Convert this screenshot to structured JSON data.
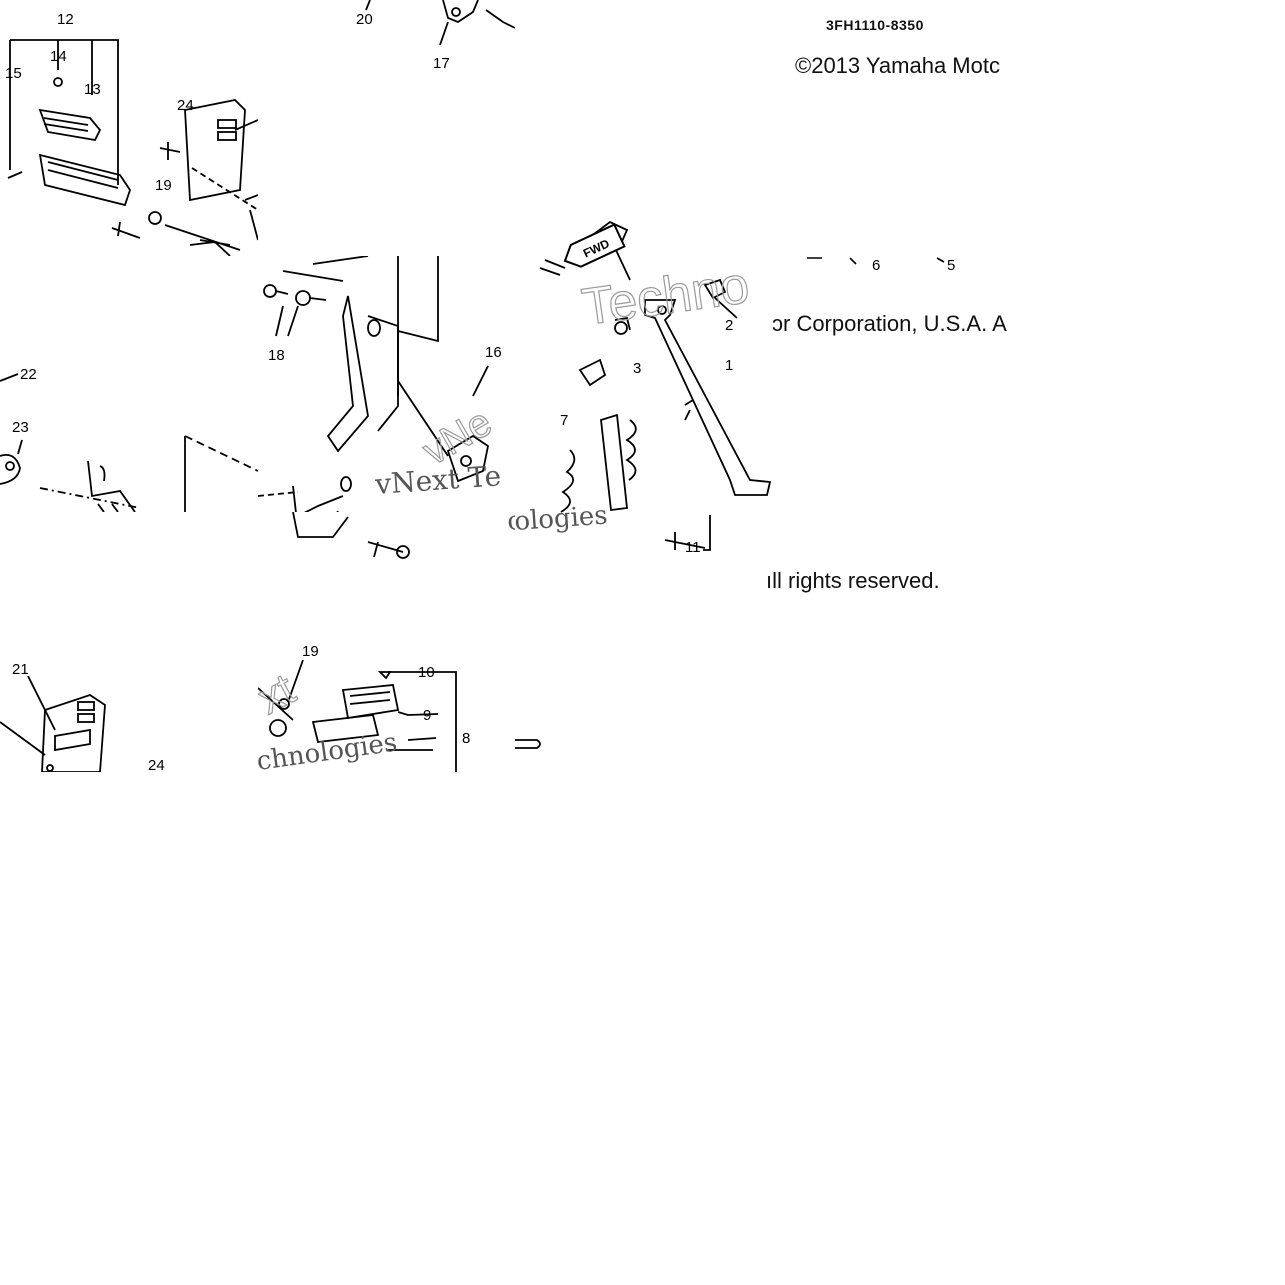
{
  "header": {
    "part_number": "3FH1110-8350"
  },
  "copyright": {
    "line1": "©2013 Yamaha Motc",
    "line2": "ɔr Corporation, U.S.A. A",
    "line3": "ıll rights reserved."
  },
  "watermark": {
    "text_a": "Techno",
    "text_b": "vNext Te",
    "text_c": "ologies",
    "text_d": "xt",
    "text_e": "chnologies",
    "text_f": "vNe"
  },
  "direction_marker": "FWD",
  "callouts": {
    "c1": "1",
    "c2": "2",
    "c3": "3",
    "c5": "5",
    "c6": "6",
    "c7": "7",
    "c8": "8",
    "c9": "9",
    "c10": "10",
    "c11": "11",
    "c12": "12",
    "c13": "13",
    "c14": "14",
    "c15": "15",
    "c16": "16",
    "c17": "17",
    "c18": "18",
    "c19a": "19",
    "c19b": "19",
    "c20": "20",
    "c21": "21",
    "c22": "22",
    "c23": "23",
    "c24a": "24",
    "c24b": "24"
  }
}
